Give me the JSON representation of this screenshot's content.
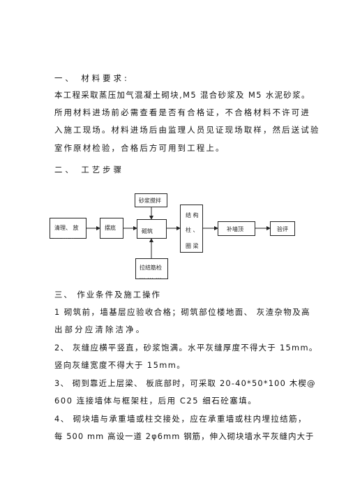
{
  "sections": {
    "materials": {
      "heading": "一、   材料要求:",
      "lines": [
        "本工程采取蒸压加气混凝土砌块,M5 混合砂浆及 M5 水泥砂浆。",
        "所用材料进场前必需查看是否有合格证，不合格材料不许可进",
        "入施工现场。材料进场后由监理人员见证现场取样，然后送试验",
        "室作原材检验，合格后方可用到工程上。"
      ]
    },
    "process": {
      "heading": "二、   工艺步骤"
    },
    "conditions": {
      "heading": "三、  作业条件及施工操作",
      "lines": [
        "1 砌筑前，墙基层应验收合格；砌筑部位楼地面、 灰渣杂物及高",
        "出部分应清除洁净。",
        "2、  灰缝应横平竖直，砂浆饱满。水平灰缝厚度不得大于 15mm。",
        "竖向灰缝宽度不得大于 15mm。",
        "3、  砌到靠近上层梁、 板底部时，可采取 20-40*50*100 木楔@",
        "600 连接墙体与框架柱，后用 C25 细石砼塞填。",
        "4、  砌块墙与承重墙或柱交接处，应在承重墙或柱内埋拉结筋，",
        "每 500 mm 高设一道 2φ6mm 钢筋，伸入砌块墙水平灰缝内大于"
      ]
    }
  },
  "flowchart": {
    "mortar": "砂浆搅拌",
    "clean": "清理、 放",
    "clean_dots": "... ... ..",
    "base": "摆底",
    "masonry": "砌筑",
    "column": [
      "结 构",
      "柱 、",
      "圈 梁"
    ],
    "top": "补墙顶",
    "accept": "验评",
    "tie": "拉结筋检",
    "tie_dots": "...    ... ..."
  }
}
